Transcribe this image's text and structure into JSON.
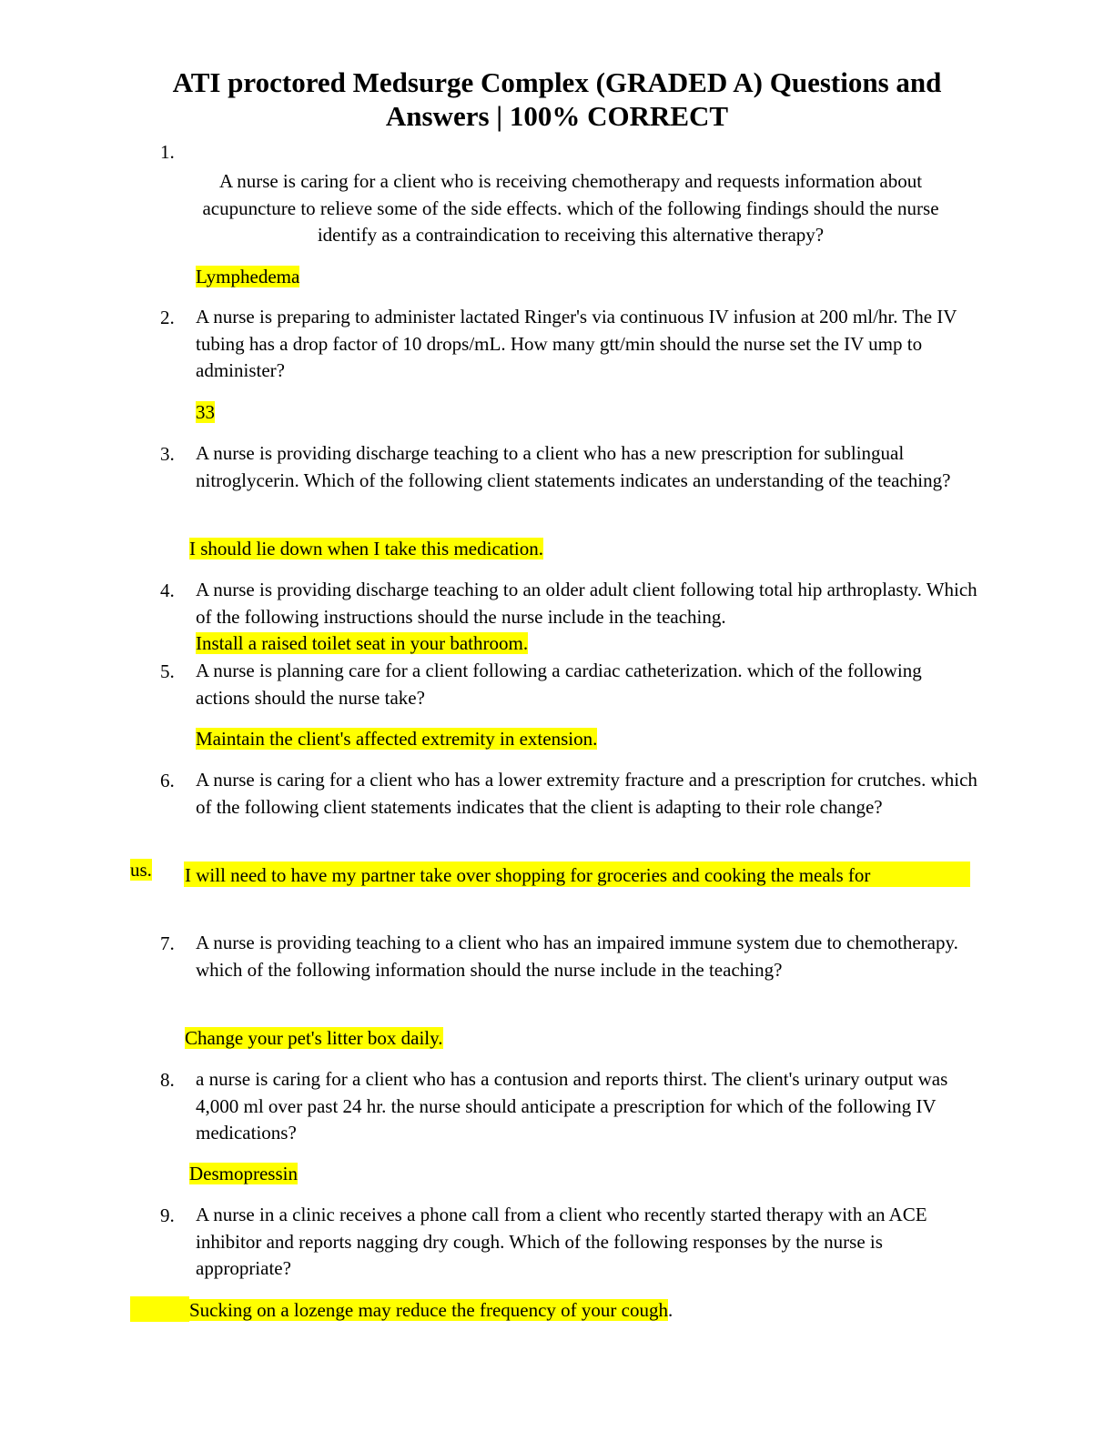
{
  "document": {
    "title_line1": "ATI proctored Medsurge Complex (GRADED A) Questions and",
    "title_line2": "Answers | 100% CORRECT"
  },
  "items": [
    {
      "number": "1.",
      "question": "A nurse is caring for a client who is receiving chemotherapy and requests information about acupuncture to relieve some of the side effects. which of the following findings should the nurse identify as a contraindication to receiving this alternative therapy?",
      "answer": "Lymphedema"
    },
    {
      "number": "2.",
      "question": "A nurse is preparing to administer lactated Ringer's via continuous IV infusion at 200 ml/hr. The IV tubing has a drop factor of 10 drops/mL. How many gtt/min should the nurse set the IV ump to administer?",
      "answer": "33"
    },
    {
      "number": "3.",
      "question": "A nurse is providing discharge teaching to a client who has a new prescription for sublingual nitroglycerin. Which of the following client statements indicates an understanding of the teaching?",
      "answer": "I should lie down when I take this medication."
    },
    {
      "number": "4.",
      "question": "A nurse is providing discharge teaching to an older adult client following total hip arthroplasty. Which of the following instructions should the nurse include in the teaching.",
      "answer": "Install a raised toilet seat in your bathroom."
    },
    {
      "number": "5.",
      "question": "A nurse is planning care for a client following a cardiac catheterization. which of the following actions should the nurse take?",
      "answer": "Maintain the client's affected extremity in extension."
    },
    {
      "number": "6.",
      "question": "A nurse is caring for a client who has a lower extremity fracture and a prescription for crutches. which of the following client statements indicates that the client is adapting to their role change?",
      "answer": "I will need to have my partner take over shopping for groceries and cooking the meals for",
      "answer_tail": "us."
    },
    {
      "number": "7.",
      "question": "A nurse is providing teaching to a client who has an impaired immune system due to chemotherapy. which of the following information should the nurse include in the teaching?",
      "answer": "Change your pet's litter box daily."
    },
    {
      "number": "8.",
      "question": "a nurse is caring for a client who has a contusion and reports thirst. The client's urinary output was 4,000 ml over past 24 hr. the nurse should anticipate a prescription for which of the following IV medications?",
      "answer": "Desmopressin"
    },
    {
      "number": "9.",
      "question": "A nurse in a clinic receives a phone call from a client who recently started therapy with an ACE inhibitor and reports nagging dry cough. Which of the following responses by the nurse is appropriate?",
      "answer": "Sucking on a lozenge may reduce the frequency of your cough",
      "answer_suffix": "."
    }
  ],
  "colors": {
    "highlight": "#ffff00",
    "text": "#000000",
    "background": "#ffffff"
  }
}
